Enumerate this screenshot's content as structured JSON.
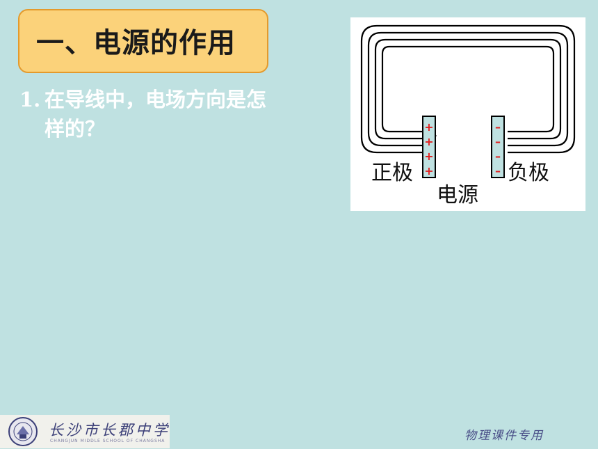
{
  "title": "一、电源的作用",
  "question": {
    "number": "1.",
    "line1": "在导线中，电场方向是怎",
    "line2": "样的？"
  },
  "diagram": {
    "positive_label": "正极",
    "negative_label": "负极",
    "source_label": "电源",
    "positive_signs": [
      "+",
      "+",
      "+",
      "+"
    ],
    "negative_signs": [
      "–",
      "–",
      "–",
      "–"
    ],
    "sign_color": "#e02020"
  },
  "footer": {
    "school_name": "长沙市长郡中学",
    "school_en": "CHANGJUN MIDDLE SCHOOL OF CHANGSHA",
    "course_tag": "物理课件专用"
  },
  "colors": {
    "background": "#bfe1e1",
    "title_box": "#fbd27a",
    "title_border": "#e49a2c",
    "question_text": "#ffffff",
    "battery_fill": "#bfe1e1"
  }
}
